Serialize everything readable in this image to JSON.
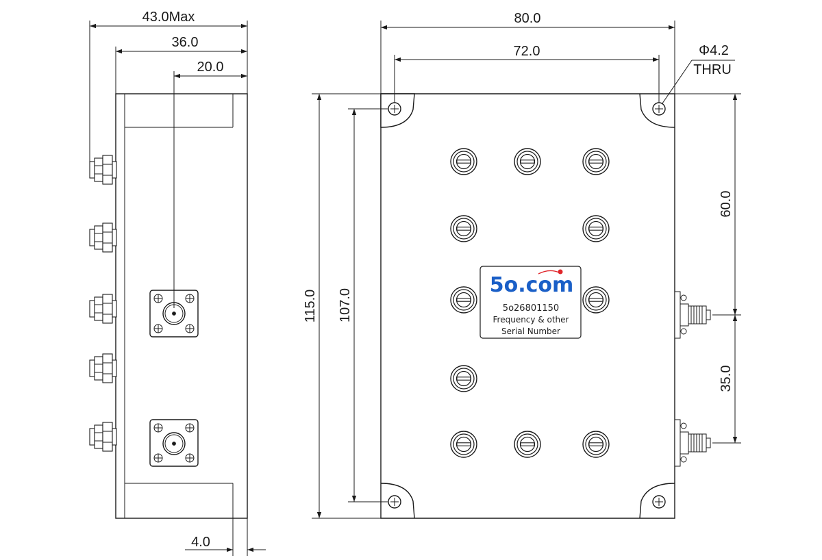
{
  "side_view": {
    "dim_overall": "43.0Max",
    "dim_body": "36.0",
    "dim_connector": "20.0",
    "dim_flange": "4.0"
  },
  "front_view": {
    "dim_width": "80.0",
    "dim_hole_spacing_x": "72.0",
    "dim_hole_diameter": "Φ4.2",
    "dim_hole_thru": "THRU",
    "dim_height": "115.0",
    "dim_hole_spacing_y": "107.0",
    "dim_port_top": "60.0",
    "dim_port_spacing": "35.0"
  },
  "label": {
    "brand": "5o.com",
    "part_number": "5o26801150",
    "line1": "Frequency & other",
    "line2": "Serial Number"
  },
  "colors": {
    "line": "#1a1a1a",
    "brand_blue": "#1a5fc7",
    "brand_dot": "#e0262b"
  }
}
